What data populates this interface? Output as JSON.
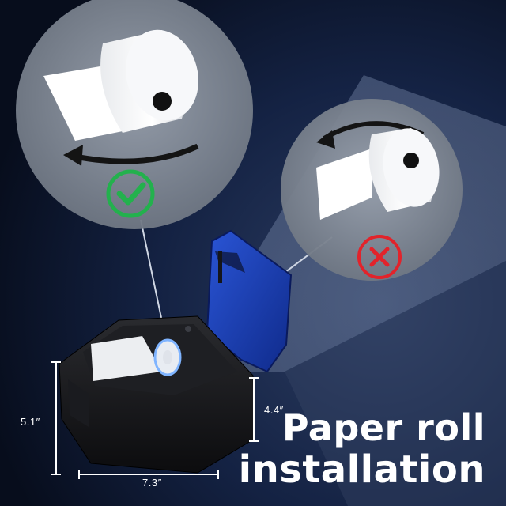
{
  "dimensions": {
    "height_left": "5.1″",
    "width": "7.3″",
    "height_right": "4.4″"
  },
  "caption": {
    "line1": "Paper roll",
    "line2": "installation"
  },
  "indicators": {
    "correct": {
      "icon": "checkmark-icon",
      "color": "#23b14d"
    },
    "incorrect": {
      "icon": "x-mark-icon",
      "color": "#e2232b"
    }
  },
  "colors": {
    "background": "#0b1426",
    "printer_body": "#141416",
    "printer_lid": "#1d3fb8"
  }
}
